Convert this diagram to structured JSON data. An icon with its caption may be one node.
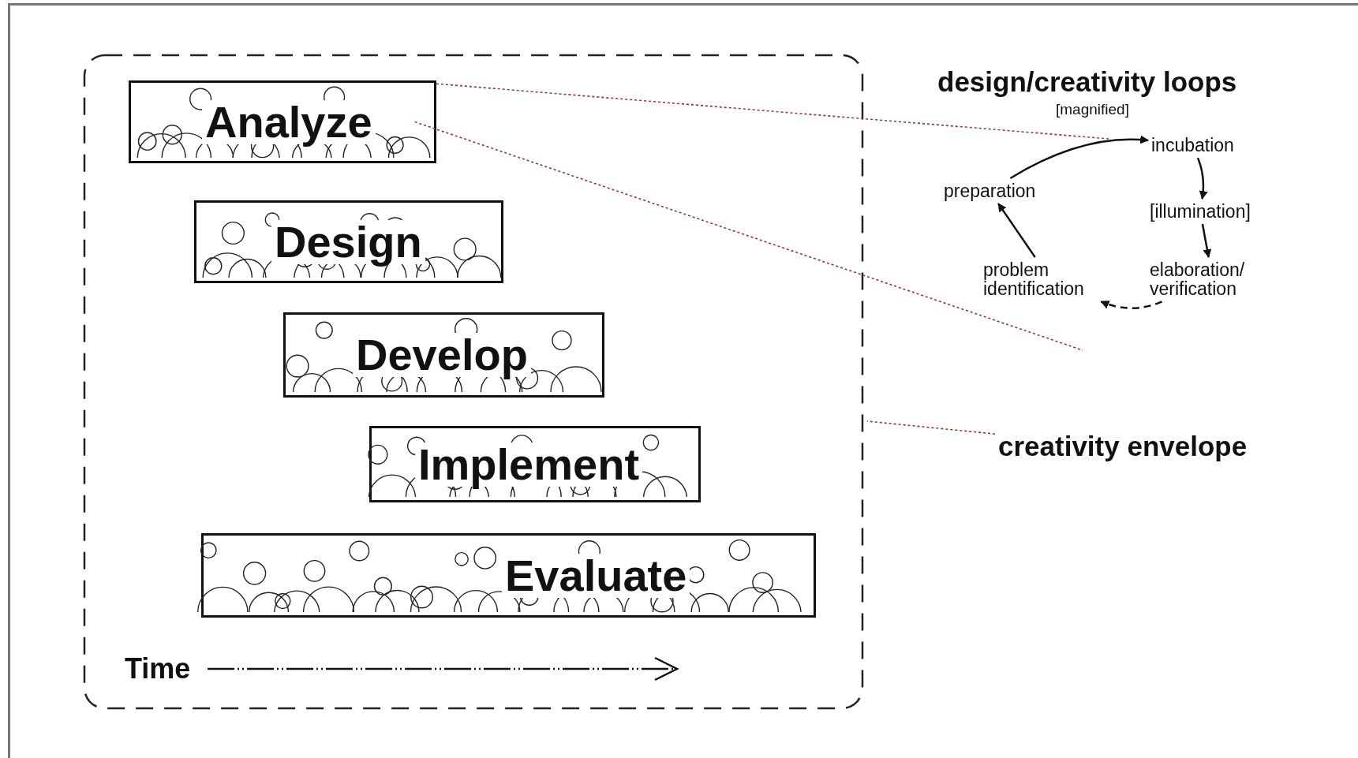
{
  "diagram": {
    "nodes": [
      {
        "text": [],
        "shape": "box"
      },
      {
        "text": [
          "Analyze"
        ],
        "in": 0
      },
      {
        "text": [
          "Design"
        ],
        "in": 0
      },
      {
        "text": [
          "Develop"
        ],
        "in": 0
      },
      {
        "text": [
          "Implement"
        ],
        "in": 0
      },
      {
        "text": [
          "Evaluate"
        ],
        "in": 0
      },
      {
        "text": [
          "incubation"
        ]
      },
      {
        "text": [
          "[illumination]"
        ]
      },
      {
        "text": [
          "elaboration/ verification"
        ]
      },
      {
        "text": [
          "problem identification"
        ]
      },
      {
        "text": [
          "preparation"
        ]
      },
      {
        "text": [
          "creativity envelope"
        ]
      }
    ],
    "edges": [
      {
        "from": 1,
        "to": null,
        "arrow": "none",
        "style": "dashed",
        "color": "#993333"
      },
      {
        "from": 1,
        "to": null,
        "arrow": "none",
        "style": "dashed",
        "color": "#993333"
      },
      {
        "from": 10,
        "to": 6,
        "arrow": "to"
      },
      {
        "from": 6,
        "to": 7,
        "arrow": "to"
      },
      {
        "from": 7,
        "to": 8,
        "arrow": "to"
      },
      {
        "from": 8,
        "to": 9,
        "arrow": "to",
        "style": "dashed"
      },
      {
        "from": 9,
        "to": 10,
        "arrow": "to"
      },
      {
        "from": 11,
        "to": 0,
        "arrow": "none",
        "style": "dashed",
        "color": "#993333"
      }
    ],
    "labels": [
      "design/creativity loops",
      "[magnified]",
      "Time"
    ]
  }
}
